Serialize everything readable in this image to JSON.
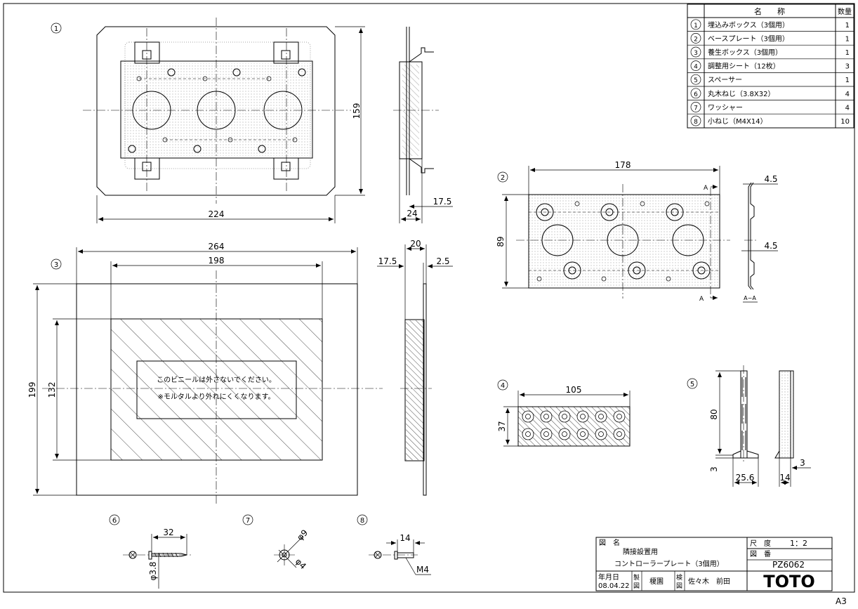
{
  "sheet": {
    "size_label": "A3"
  },
  "parts_table": {
    "header": {
      "name": "名　　称",
      "qty": "数量"
    },
    "rows": [
      {
        "no": "1",
        "name": "埋込みボックス（3個用）",
        "qty": "1"
      },
      {
        "no": "2",
        "name": "ベースプレート（3個用）",
        "qty": "1"
      },
      {
        "no": "3",
        "name": "養生ボックス（3個用）",
        "qty": "1"
      },
      {
        "no": "4",
        "name": "調整用シート（12枚）",
        "qty": "3"
      },
      {
        "no": "5",
        "name": "スペーサー",
        "qty": "1"
      },
      {
        "no": "6",
        "name": "丸木ねじ（3.8X32）",
        "qty": "4"
      },
      {
        "no": "7",
        "name": "ワッシャー",
        "qty": "4"
      },
      {
        "no": "8",
        "name": "小ねじ（M4X14）",
        "qty": "10"
      }
    ]
  },
  "views": {
    "v1": {
      "label": "1",
      "dim_width": "224",
      "dim_height": "159",
      "dim_depth": "24",
      "dim_flange": "17.5"
    },
    "v2": {
      "label": "2",
      "dim_width": "178",
      "dim_height": "89",
      "dim_t1": "4.5",
      "dim_t2": "4.5",
      "section_mark": "A",
      "section_label": "A−A"
    },
    "v3": {
      "label": "3",
      "dim_outer_w": "264",
      "dim_inner_w": "198",
      "dim_outer_h": "199",
      "dim_inner_h": "132",
      "dim_depth": "20",
      "dim_a": "17.5",
      "dim_b": "2.5",
      "note_line1": "このビニールは外さないでください。",
      "note_line2": "※モルタルより外れにくくなります。"
    },
    "v4": {
      "label": "4",
      "dim_width": "105",
      "dim_height": "37"
    },
    "v5": {
      "label": "5",
      "dim_height": "80",
      "dim_base": "25.6",
      "dim_foot": "3",
      "dim_side_w": "14",
      "dim_side_t": "3"
    },
    "v6": {
      "label": "6",
      "dim_len": "32",
      "dim_dia": "φ3.8"
    },
    "v7": {
      "label": "7",
      "dim_outer": "φ9",
      "dim_inner": "φ4"
    },
    "v8": {
      "label": "8",
      "dim_len": "14",
      "dim_thread": "M4"
    }
  },
  "title_block": {
    "zumei_label": "図　名",
    "title_line1": "隣接設置用",
    "title_line2": "コントローラープレート（3個用）",
    "scale_label": "尺　度",
    "scale_value": "1：2",
    "drawing_no_label": "図　番",
    "drawing_no": "PZ6062",
    "date_label": "年月日",
    "date_value": "08.04.22",
    "made_label_1": "製",
    "made_label_2": "図",
    "made_name": "榎園",
    "check_label_1": "検",
    "check_label_2": "図",
    "check_names": "佐々木　前田",
    "company": "TOTO"
  }
}
